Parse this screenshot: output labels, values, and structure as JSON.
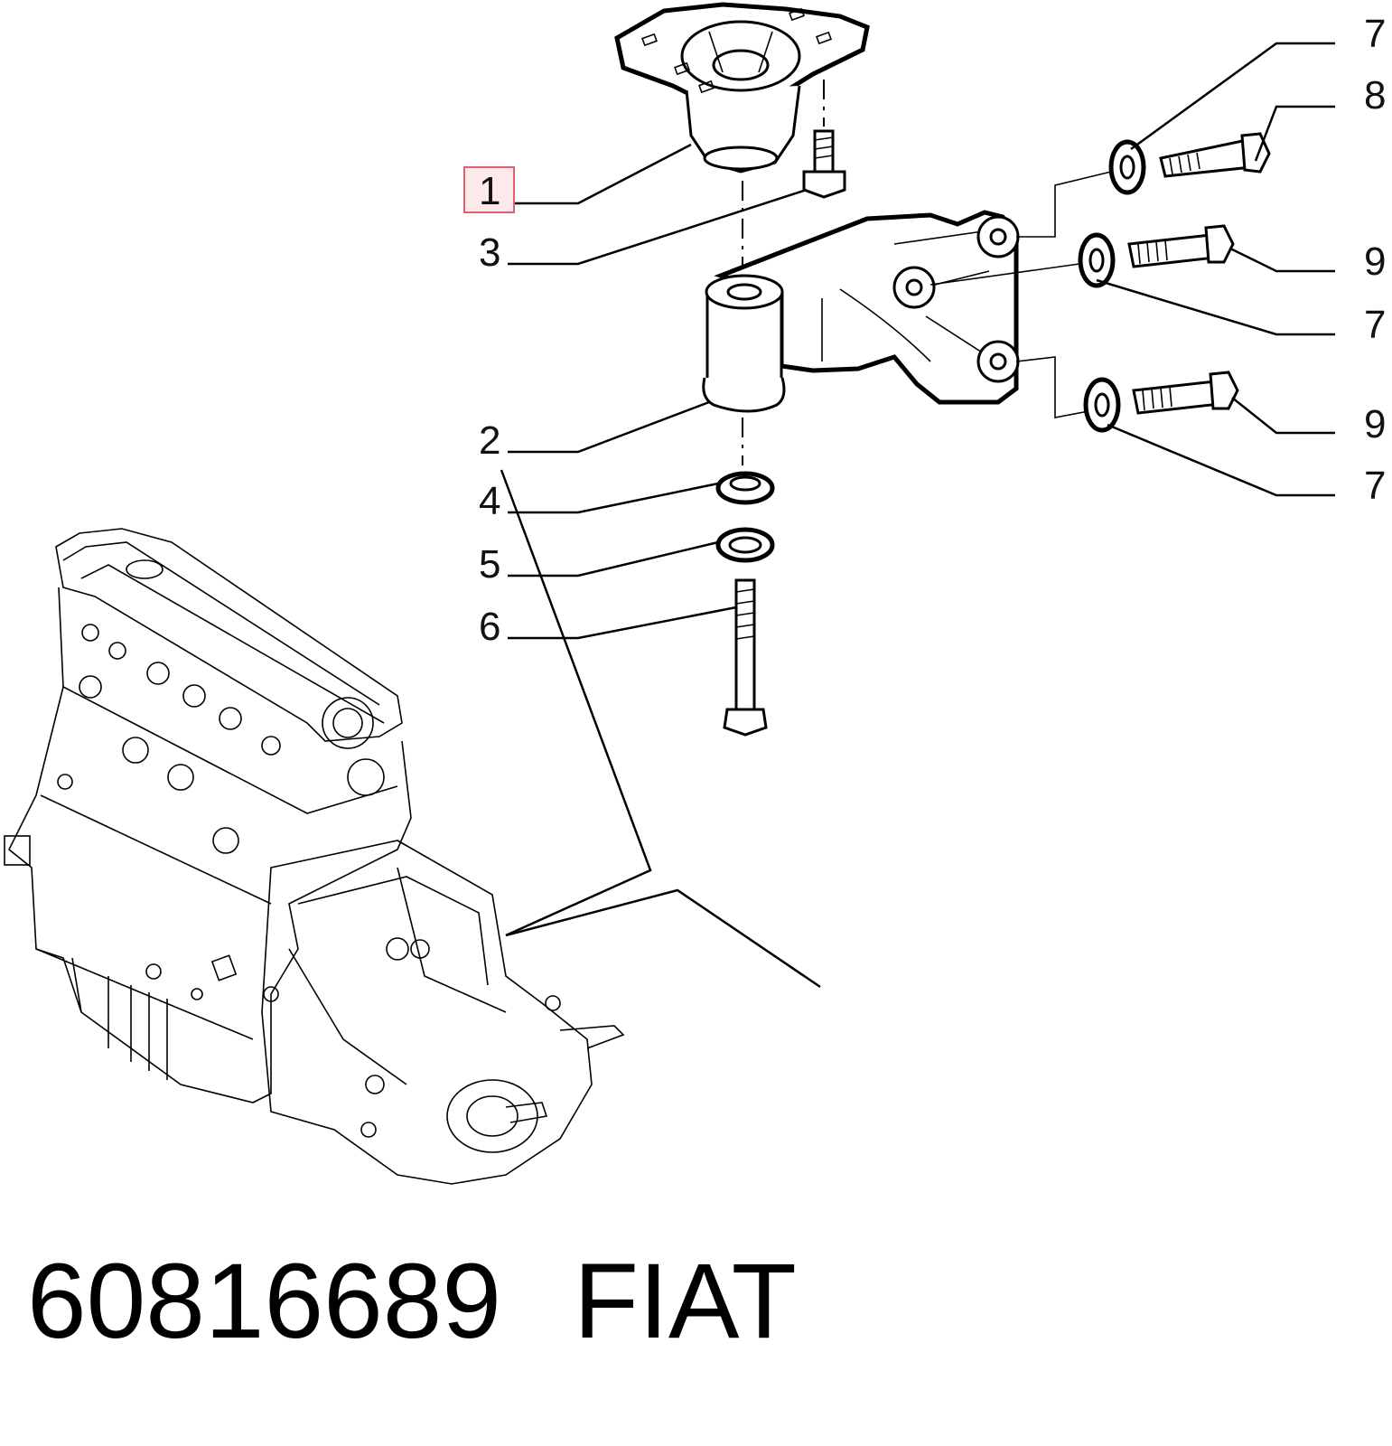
{
  "callouts": {
    "c1": "1",
    "c2": "2",
    "c3": "3",
    "c4": "4",
    "c5": "5",
    "c6": "6",
    "c7a": "7",
    "c8": "8",
    "c9a": "9",
    "c7b": "7",
    "c9b": "9",
    "c7c": "7"
  },
  "highlight_color": "#e06070",
  "footer": {
    "part_number": "60816689",
    "brand": "FIAT"
  }
}
